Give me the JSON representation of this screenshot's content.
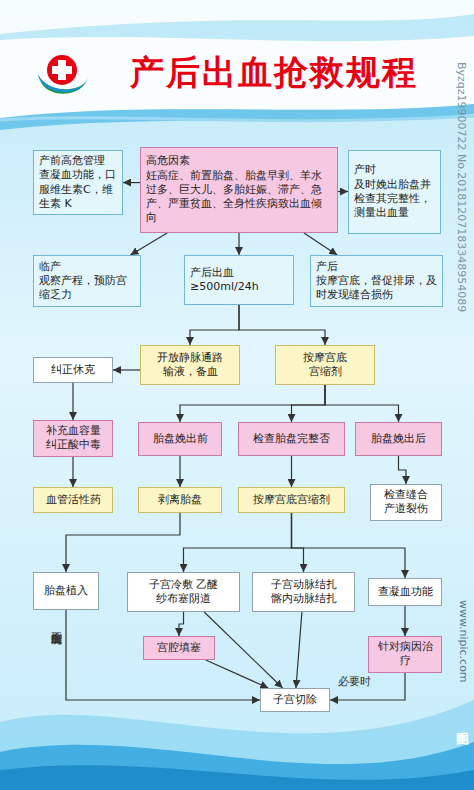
{
  "diagram": {
    "title": "产后出血抢救规程",
    "nodes": [
      {
        "text": [
          "产前高危管理",
          "查凝血功能，口服维生素C，维生素 K"
        ]
      },
      {
        "text": [
          "高危因素",
          "妊高症、前置胎盘、胎盘早剥、羊水过多、巨大儿、多胎妊娠、滞产、急产、严重贫血、全身性疾病致出血倾向"
        ]
      },
      {
        "text": [
          "产时",
          "及时娩出胎盘并检查其完整性，测量出血量"
        ]
      },
      {
        "text": [
          "临产",
          "观察产程，预防宫缩乏力"
        ]
      },
      {
        "text": [
          "产后出血",
          "≥500ml/24h"
        ]
      },
      {
        "text": [
          "产后",
          "按摩宫底，督促排尿，及时发现缝合损伤"
        ]
      },
      {
        "text": [
          "纠正休克"
        ]
      },
      {
        "text": [
          "开放静脉通路 输液，备血"
        ]
      },
      {
        "text": [
          "按摩宫底 宫缩剂"
        ]
      },
      {
        "text": [
          "补充血容量 纠正酸中毒"
        ]
      },
      {
        "text": [
          "胎盘娩出前"
        ]
      },
      {
        "text": [
          "检查胎盘完整否"
        ]
      },
      {
        "text": [
          "胎盘娩出后"
        ]
      },
      {
        "text": [
          "血管活性药"
        ]
      },
      {
        "text": [
          "剥离胎盘"
        ]
      },
      {
        "text": [
          "按摩宫底宫缩剂"
        ]
      },
      {
        "text": [
          "检查缝合 产道裂伤"
        ]
      },
      {
        "text": [
          "胎盘植入"
        ]
      },
      {
        "text": [
          "子宫冷敷 乙醚 纱布塞阴道"
        ]
      },
      {
        "text": [
          "子宫动脉结扎 髂内动脉结扎"
        ]
      },
      {
        "text": [
          "查凝血功能"
        ]
      },
      {
        "text": [
          "宫腔填塞"
        ]
      },
      {
        "text": [
          "针对病因治疗"
        ]
      },
      {
        "text": [
          "子宫切除"
        ]
      }
    ],
    "edges": [
      {
        "from": 1,
        "to": 0,
        "arrow": "to"
      },
      {
        "from": 1,
        "to": 2,
        "arrow": "to"
      },
      {
        "from": 1,
        "to": 3,
        "arrow": "to"
      },
      {
        "from": 1,
        "to": 4,
        "arrow": "to"
      },
      {
        "from": 1,
        "to": 5,
        "arrow": "to"
      },
      {
        "from": 4,
        "to": 7,
        "arrow": "to"
      },
      {
        "from": 4,
        "to": 8,
        "arrow": "to"
      },
      {
        "from": 7,
        "to": 6,
        "arrow": "to"
      },
      {
        "from": 6,
        "to": 9,
        "arrow": "to"
      },
      {
        "from": 9,
        "to": 13,
        "arrow": "to"
      },
      {
        "from": 8,
        "to": 10,
        "arrow": "to"
      },
      {
        "from": 8,
        "to": 11,
        "arrow": "to"
      },
      {
        "from": 8,
        "to": 12,
        "arrow": "to"
      },
      {
        "from": 10,
        "to": 14,
        "arrow": "to"
      },
      {
        "from": 11,
        "to": 15,
        "arrow": "to"
      },
      {
        "from": 12,
        "to": 16,
        "arrow": "to"
      },
      {
        "from": 14,
        "to": 17,
        "arrow": "to"
      },
      {
        "from": 15,
        "to": 18,
        "arrow": "to"
      },
      {
        "from": 15,
        "to": 19,
        "arrow": "to"
      },
      {
        "from": 15,
        "to": 20,
        "arrow": "to"
      },
      {
        "from": 18,
        "to": 21,
        "arrow": "to"
      },
      {
        "from": 20,
        "to": 22,
        "arrow": "to"
      },
      {
        "from": 17,
        "to": 23,
        "label": "出血不能控制",
        "arrow": "to"
      },
      {
        "from": 18,
        "to": 23,
        "arrow": "to"
      },
      {
        "from": 21,
        "to": 23,
        "arrow": "to"
      },
      {
        "from": 19,
        "to": 23,
        "arrow": "to"
      },
      {
        "from": 22,
        "to": 23,
        "label": "必要时",
        "arrow": "to"
      }
    ],
    "labels": [
      "Byzqz19900722 No.20181207183348954089",
      "www.nipic.com",
      "昵图网"
    ]
  }
}
